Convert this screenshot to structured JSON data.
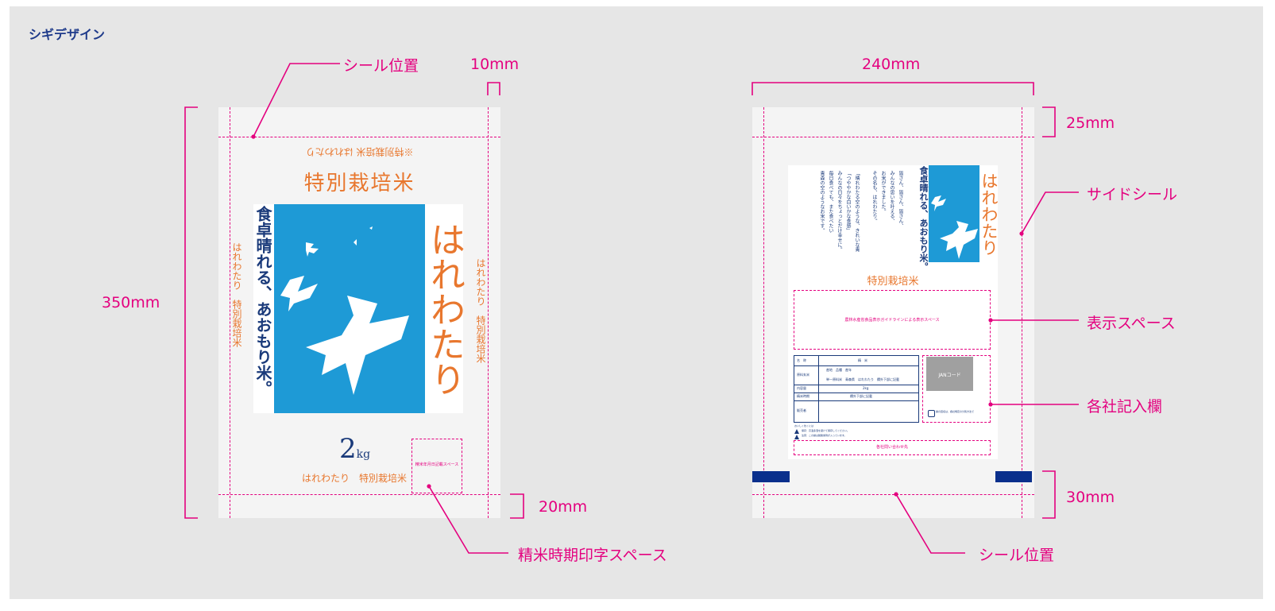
{
  "page_title": "シギデザイン",
  "front": {
    "top_mirrored": "※特別栽培米 はれわたり",
    "headline": "特別栽培米",
    "vertical_catch": "食卓晴れる、あおもり米。",
    "brand": "はれわたり",
    "side_text": "はれわたり　特別栽培米",
    "weight_number": "2",
    "weight_unit": "kg",
    "bottom_label": "はれわたり　特別栽培米",
    "date_box": "精米年月日記載スペース"
  },
  "back": {
    "catch": "食卓晴れる、あおもり米。",
    "brand": "はれわたり",
    "story": [
      "皆さん、皆さん、皆さん、",
      "みんなの思いを叶える、",
      "お米ができました。",
      "その名も、はれわたり。",
      "「晴れわたる空のような、きれいな青",
      "「つややかな白いかな食感」",
      "みんなの日々をちょっとだけ幸せに。",
      "毎日食べても、また食べたい",
      "青森の空のようなお米です。"
    ],
    "headline": "特別栽培米",
    "display_space": "農林水産省食品表示ガイドラインによる表示スペース",
    "table_rows": [
      [
        "名　称",
        "精　米",
        ""
      ],
      [
        "原料玄米",
        "産地　品種　産年",
        ""
      ],
      [
        "",
        "単一原料米　青森県　はれわたり　欄外下部に記載",
        ""
      ],
      [
        "内容量",
        "2kg",
        ""
      ],
      [
        "精米時期",
        "欄外下部に記載",
        ""
      ],
      [
        "販売者",
        "",
        ""
      ]
    ],
    "jan": "JANコード",
    "recycle": "袋の回収は、各社規定の分別方法で",
    "notes": [
      "おいしく炊くには",
      "保存：高温多湿を避けて保存してください。",
      "注意：この袋は脱酸素剤が入っています。"
    ],
    "contact": "各社問い合わせ先"
  },
  "annotations": {
    "seal_top": "シール位置",
    "margin_10": "10mm",
    "height_350": "350mm",
    "margin_20": "20mm",
    "print_space": "精米時期印字スペース",
    "width_240": "240mm",
    "margin_25": "25mm",
    "side_seal": "サイドシール",
    "display_space": "表示スペース",
    "company_field": "各社記入欄",
    "margin_30": "30mm",
    "seal_bottom": "シール位置"
  },
  "colors": {
    "magenta": "#e4007f",
    "sky": "#1e9ad6",
    "orange": "#e8772e",
    "navy": "#1a3a7a",
    "seal_block": "#0a2f8c",
    "board": "#e6e6e6"
  }
}
